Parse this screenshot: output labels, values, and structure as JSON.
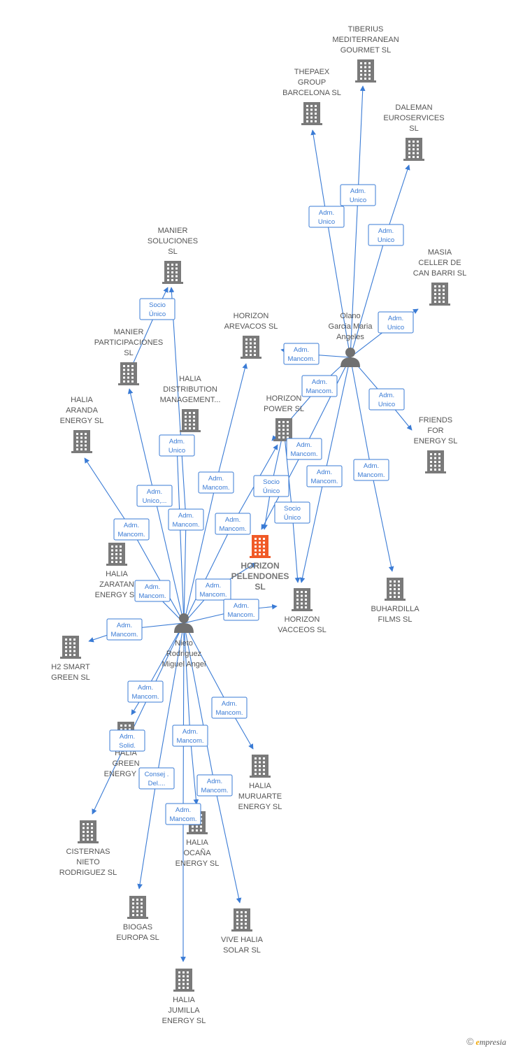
{
  "colors": {
    "edge": "#3a7bd5",
    "building": "#7a7a7a",
    "focal": "#f05a28",
    "person": "#707070"
  },
  "footer": {
    "copyright": "©",
    "brand_initial": "e",
    "brand_rest": "mpresia"
  },
  "nodes": [
    {
      "id": "tiberius",
      "type": "company",
      "lines": [
        "TIBERIUS",
        "MEDITERRANEAN",
        "GOURMET  SL"
      ]
    },
    {
      "id": "thepaex",
      "type": "company",
      "lines": [
        "THEPAEX",
        "GROUP",
        "BARCELONA  SL"
      ]
    },
    {
      "id": "daleman",
      "type": "company",
      "lines": [
        "DALEMAN",
        "EUROSERVICES",
        "SL"
      ]
    },
    {
      "id": "masia",
      "type": "company",
      "lines": [
        "MASIA",
        "CELLER DE",
        "CAN BARRI  SL"
      ]
    },
    {
      "id": "olano",
      "type": "person",
      "lines": [
        "Olano",
        "Garcia Maria",
        "Angeles"
      ]
    },
    {
      "id": "friends",
      "type": "company",
      "lines": [
        "FRIENDS",
        "FOR",
        "ENERGY  SL"
      ]
    },
    {
      "id": "manier_sol",
      "type": "company",
      "lines": [
        "MANIER",
        "SOLUCIONES",
        "SL"
      ]
    },
    {
      "id": "manier_part",
      "type": "company",
      "lines": [
        "MANIER",
        "PARTICIPACIONES",
        "SL"
      ]
    },
    {
      "id": "arevacos",
      "type": "company",
      "lines": [
        "HORIZON",
        "AREVACOS  SL"
      ]
    },
    {
      "id": "halia_dist",
      "type": "company",
      "lines": [
        "HALIA",
        "DISTRIBUTION",
        "MANAGEMENT..."
      ]
    },
    {
      "id": "power",
      "type": "company",
      "lines": [
        "HORIZON",
        "POWER  SL"
      ]
    },
    {
      "id": "aranda",
      "type": "company",
      "lines": [
        "HALIA",
        "ARANDA",
        "ENERGY  SL"
      ]
    },
    {
      "id": "pelendones",
      "type": "focal",
      "lines": [
        "HORIZON",
        "PELENDONES",
        "SL"
      ]
    },
    {
      "id": "zaratan",
      "type": "company",
      "lines": [
        "HALIA",
        "ZARATAN",
        "ENERGY  SL"
      ]
    },
    {
      "id": "vacceos",
      "type": "company",
      "lines": [
        "HORIZON",
        "VACCEOS  SL"
      ]
    },
    {
      "id": "buhardilla",
      "type": "company",
      "lines": [
        "BUHARDILLA",
        "FILMS  SL"
      ]
    },
    {
      "id": "nieto",
      "type": "person",
      "lines": [
        "Nieto",
        "Rodriguez",
        "Miguel Angel"
      ]
    },
    {
      "id": "h2smart",
      "type": "company",
      "lines": [
        "H2 SMART",
        "GREEN  SL"
      ]
    },
    {
      "id": "halia_green",
      "type": "company",
      "lines": [
        "HALIA",
        "GREEN",
        "ENERGY  SL"
      ]
    },
    {
      "id": "muruarte",
      "type": "company",
      "lines": [
        "HALIA",
        "MURUARTE",
        "ENERGY  SL"
      ]
    },
    {
      "id": "cisternas",
      "type": "company",
      "lines": [
        "CISTERNAS",
        "NIETO",
        "RODRIGUEZ SL"
      ]
    },
    {
      "id": "ocana",
      "type": "company",
      "lines": [
        "HALIA",
        "OCAÑA",
        "ENERGY  SL"
      ]
    },
    {
      "id": "biogas",
      "type": "company",
      "lines": [
        "BIOGAS",
        "EUROPA  SL"
      ]
    },
    {
      "id": "vive",
      "type": "company",
      "lines": [
        "VIVE HALIA",
        "SOLAR  SL"
      ]
    },
    {
      "id": "jumilla",
      "type": "company",
      "lines": [
        "HALIA",
        "JUMILLA",
        "ENERGY  SL"
      ]
    }
  ],
  "edges": [
    {
      "from": "olano",
      "to": "thepaex",
      "lines": [
        "Adm.",
        "Unico"
      ]
    },
    {
      "from": "olano",
      "to": "tiberius",
      "lines": [
        "Adm.",
        "Unico"
      ]
    },
    {
      "from": "olano",
      "to": "daleman",
      "lines": [
        "Adm.",
        "Unico"
      ]
    },
    {
      "from": "olano",
      "to": "masia",
      "lines": [
        "Adm.",
        "Unico"
      ]
    },
    {
      "from": "olano",
      "to": "arevacos",
      "lines": [
        "Adm.",
        "Mancom."
      ]
    },
    {
      "from": "olano",
      "to": "power",
      "lines": [
        "Adm.",
        "Mancom."
      ]
    },
    {
      "from": "olano",
      "to": "friends",
      "lines": [
        "Adm.",
        "Unico"
      ]
    },
    {
      "from": "olano",
      "to": "pelendones",
      "lines": [
        "Adm.",
        "Mancom."
      ]
    },
    {
      "from": "olano",
      "to": "vacceos",
      "lines": [
        "Adm.",
        "Mancom."
      ]
    },
    {
      "from": "olano",
      "to": "buhardilla",
      "lines": [
        "Adm.",
        "Mancom."
      ]
    },
    {
      "from": "manier_part",
      "to": "manier_sol",
      "lines": [
        "Socio",
        "Único"
      ]
    },
    {
      "from": "power",
      "to": "pelendones",
      "lines": [
        "Socio",
        "Único"
      ]
    },
    {
      "from": "power",
      "to": "vacceos",
      "lines": [
        "Socio",
        "Único"
      ]
    },
    {
      "from": "nieto",
      "to": "halia_dist",
      "lines": [
        "Adm.",
        "Unico"
      ]
    },
    {
      "from": "nieto",
      "to": "manier_part",
      "lines": [
        "Adm.",
        "Unico,..."
      ]
    },
    {
      "from": "nieto",
      "to": "manier_sol",
      "lines": [
        "Adm.",
        "Mancom."
      ]
    },
    {
      "from": "nieto",
      "to": "arevacos",
      "lines": [
        "Adm.",
        "Mancom."
      ]
    },
    {
      "from": "nieto",
      "to": "aranda",
      "lines": [
        "Adm.",
        "Mancom."
      ]
    },
    {
      "from": "nieto",
      "to": "power",
      "lines": [
        "Adm.",
        "Mancom."
      ]
    },
    {
      "from": "nieto",
      "to": "zaratan",
      "lines": [
        "Adm.",
        "Mancom."
      ]
    },
    {
      "from": "nieto",
      "to": "pelendones",
      "lines": [
        "Adm.",
        "Mancom."
      ]
    },
    {
      "from": "nieto",
      "to": "vacceos",
      "lines": [
        "Adm.",
        "Mancom."
      ]
    },
    {
      "from": "nieto",
      "to": "h2smart",
      "lines": [
        "Adm.",
        "Mancom."
      ]
    },
    {
      "from": "nieto",
      "to": "halia_green",
      "lines": [
        "Adm.",
        "Mancom."
      ]
    },
    {
      "from": "nieto",
      "to": "cisternas",
      "lines": [
        "Adm.",
        "Solid."
      ]
    },
    {
      "from": "nieto",
      "to": "muruarte",
      "lines": [
        "Adm.",
        "Mancom."
      ]
    },
    {
      "from": "nieto",
      "to": "ocana",
      "lines": [
        "Adm.",
        "Mancom."
      ]
    },
    {
      "from": "nieto",
      "to": "biogas",
      "lines": [
        "Consej .",
        "Del...."
      ]
    },
    {
      "from": "nieto",
      "to": "vive",
      "lines": [
        "Adm.",
        "Mancom."
      ]
    },
    {
      "from": "nieto",
      "to": "jumilla",
      "lines": [
        "Adm.",
        "Mancom."
      ]
    }
  ]
}
